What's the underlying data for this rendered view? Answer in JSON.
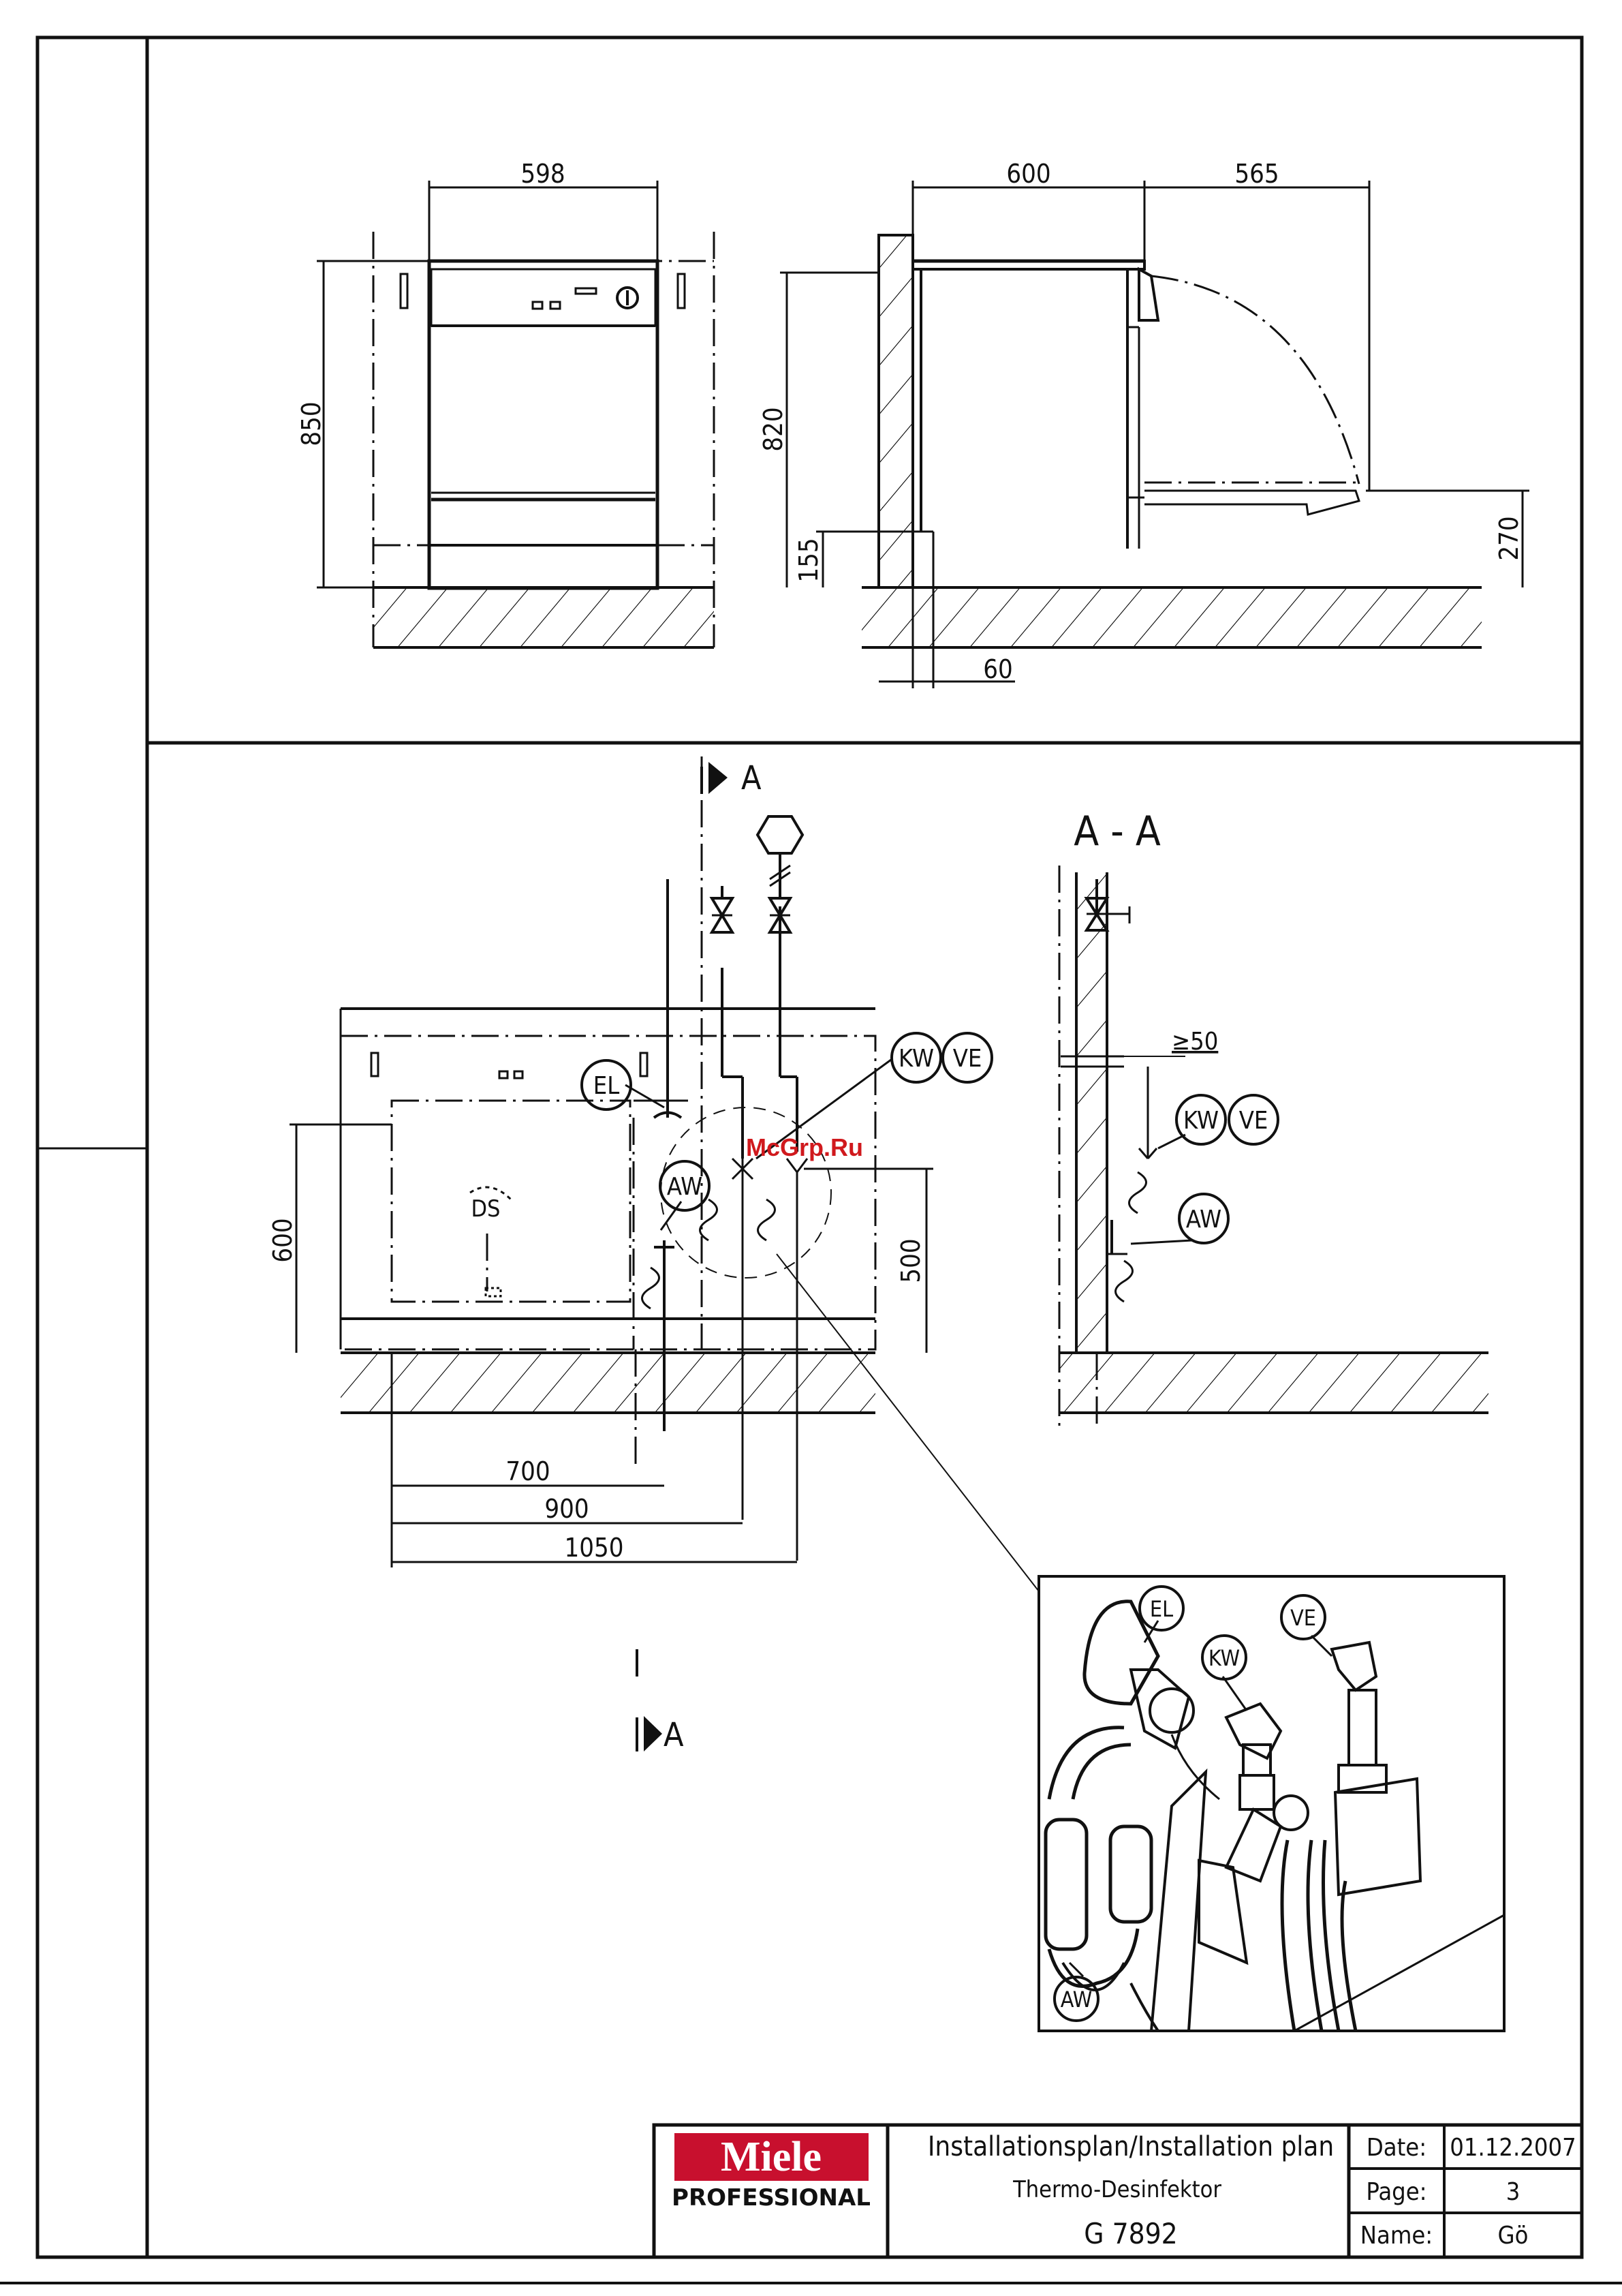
{
  "drawing": {
    "front_view": {
      "width_dim": "598",
      "height_dim": "850"
    },
    "side_view": {
      "depth_dim": "600",
      "door_dim": "565",
      "height_dim": "820",
      "plinth_dim": "155",
      "wall_dim": "60",
      "door_height_dim": "270"
    },
    "plan_view": {
      "section_marker": "A",
      "depth_dim": "600",
      "dim_500": "500",
      "dim_700": "700",
      "dim_900": "900",
      "dim_1050": "1050",
      "labels": {
        "el": "EL",
        "kw": "KW",
        "ve": "VE",
        "aw": "AW",
        "ds": "DS"
      }
    },
    "section_view": {
      "title": "A - A",
      "min_dim": "≥50",
      "labels": {
        "kw": "KW",
        "ve": "VE",
        "aw": "AW"
      }
    },
    "detail_view": {
      "labels": {
        "el": "EL",
        "kw": "KW",
        "ve": "VE",
        "aw": "AW"
      }
    },
    "watermark": "McGrp.Ru"
  },
  "title_block": {
    "brand": "Miele",
    "brand_sub": "PROFESSIONAL",
    "title": "Installationsplan/Installation plan",
    "subtitle": "Thermo-Desinfektor",
    "model": "G 7892",
    "date_label": "Date:",
    "date_value": "01.12.2007",
    "page_label": "Page:",
    "page_value": "3",
    "name_label": "Name:",
    "name_value": "Gö"
  },
  "colors": {
    "line": "#111111",
    "brand_red": "#c8102e",
    "watermark": "#d0191d"
  }
}
